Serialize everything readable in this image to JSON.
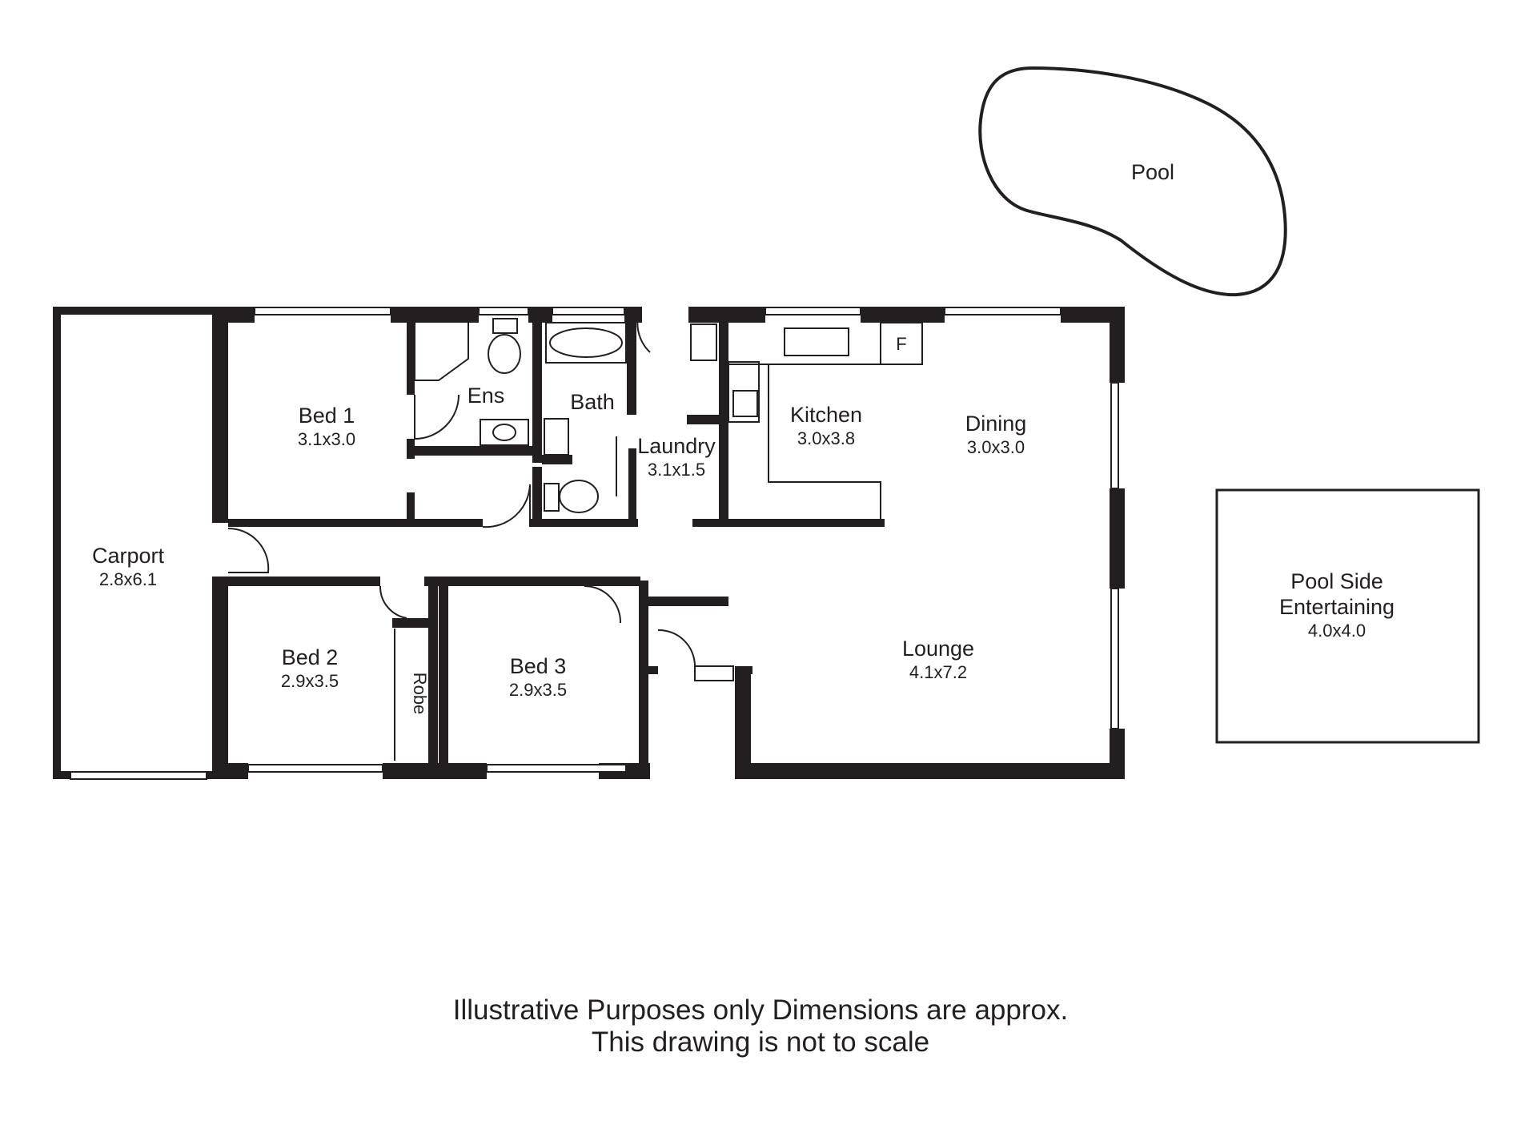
{
  "colors": {
    "wall": "#231f20",
    "background": "#ffffff"
  },
  "rooms": {
    "pool": {
      "name": "Pool"
    },
    "carport": {
      "name": "Carport",
      "dims": "2.8x6.1"
    },
    "bed1": {
      "name": "Bed 1",
      "dims": "3.1x3.0"
    },
    "ens": {
      "name": "Ens"
    },
    "bath": {
      "name": "Bath"
    },
    "laundry": {
      "name": "Laundry",
      "dims": "3.1x1.5"
    },
    "kitchen": {
      "name": "Kitchen",
      "dims": "3.0x3.8"
    },
    "dining": {
      "name": "Dining",
      "dims": "3.0x3.0"
    },
    "bed2": {
      "name": "Bed 2",
      "dims": "2.9x3.5"
    },
    "robe": {
      "name": "Robe"
    },
    "bed3": {
      "name": "Bed 3",
      "dims": "2.9x3.5"
    },
    "lounge": {
      "name": "Lounge",
      "dims": "4.1x7.2"
    },
    "pool_side": {
      "name_line1": "Pool Side",
      "name_line2": "Entertaining",
      "dims": "4.0x4.0"
    }
  },
  "fixtures": {
    "fridge_label": "F"
  },
  "disclaimer": {
    "line1": "Illustrative Purposes only Dimensions are approx.",
    "line2": "This drawing is not to scale"
  }
}
